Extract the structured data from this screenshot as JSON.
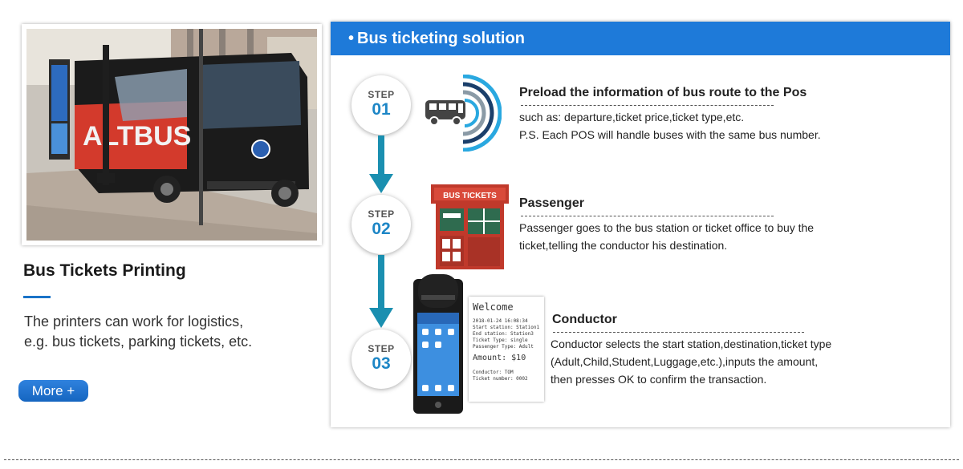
{
  "left": {
    "title": "Bus Tickets Printing",
    "description_lines": [
      "The printers can work for logistics,",
      "e.g. bus tickets, parking tickets, etc."
    ],
    "more_button": "More +",
    "photo_alt": "Bus at a city station"
  },
  "panel": {
    "header_title": "Bus ticketing solution",
    "steps": [
      {
        "label": "STEP",
        "number": "01",
        "title": "Preload the information of bus route to the Pos",
        "lines": [
          "such as: departure,ticket price,ticket type,etc.",
          "P.S. Each POS will handle buses with the same bus number."
        ]
      },
      {
        "label": "STEP",
        "number": "02",
        "title": "Passenger",
        "lines": [
          "Passenger goes to the bus station or ticket office to buy the",
          "ticket,telling the conductor his destination."
        ]
      },
      {
        "label": "STEP",
        "number": "03",
        "title": "Conductor",
        "lines": [
          "Conductor selects the start station,destination,ticket type",
          "(Adult,Child,Student,Luggage,etc.),inputs the amount,",
          "then presses OK to confirm the transaction."
        ]
      }
    ],
    "booth_sign": "BUS TICKETS",
    "receipt": {
      "heading": "Welcome",
      "lines": [
        "2018-01-24 16:08:34",
        "Start station: Station1",
        "End station:  Station3",
        "Ticket Type: single",
        "Passenger Type: Adult"
      ],
      "amount": "Amount: $10",
      "footer": [
        "Conductor: TOM",
        "Ticket number: 0002"
      ]
    }
  },
  "colors": {
    "accent": "#1e7ad9",
    "step_number": "#1d86c6",
    "arrow": "#1a8fb0",
    "booth_red": "#c0392b"
  }
}
